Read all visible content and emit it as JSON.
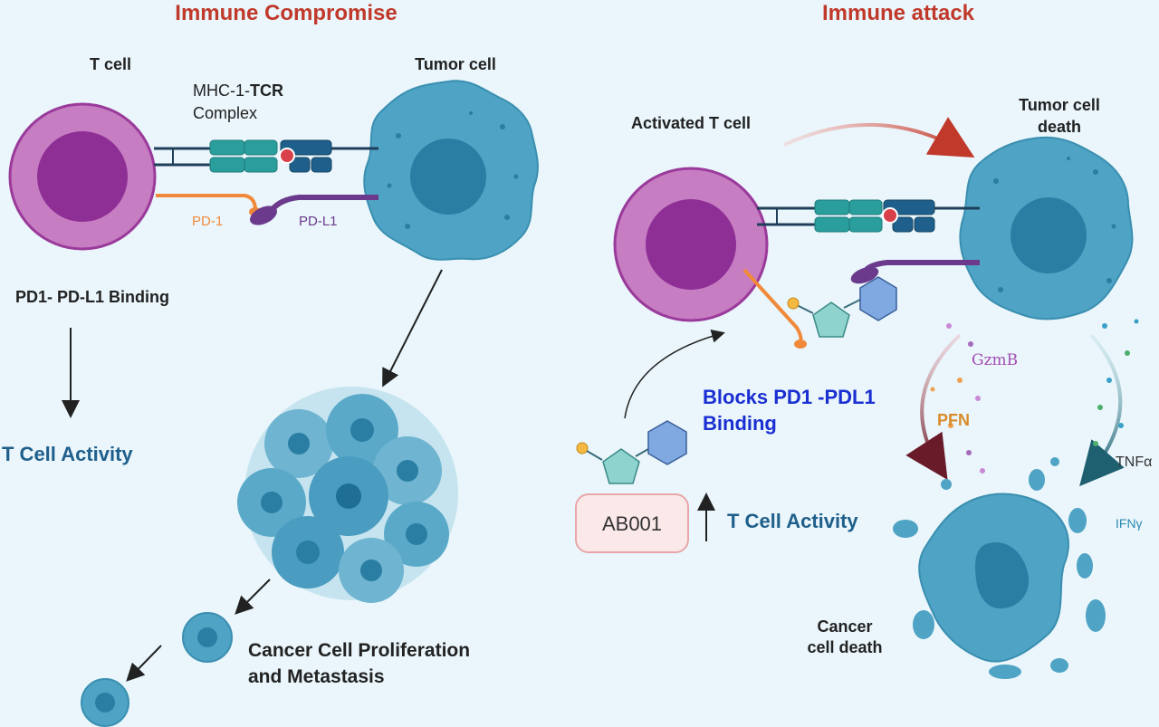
{
  "left_panel": {
    "title": "Immune Compromise",
    "t_cell_label": "T cell",
    "tumor_cell_label": "Tumor cell",
    "mhc_label_line1_prefix": "MHC-1-",
    "mhc_label_line1_bold": "TCR",
    "mhc_label_line2": "Complex",
    "pd1_label": "PD-1",
    "pdl1_label": "PD-L1",
    "binding_label": "PD1- PD-L1 Binding",
    "activity_label": "T Cell Activity",
    "outcome_line1": "Cancer Cell Proliferation",
    "outcome_line2": "and Metastasis"
  },
  "right_panel": {
    "title": "Immune attack",
    "activated_label": "Activated T cell",
    "tumor_death_line1": "Tumor cell",
    "tumor_death_line2": "death",
    "blocks_line1": "Blocks PD1 -PDL1",
    "blocks_line2": "Binding",
    "drug_label": "AB001",
    "activity_label": "T Cell Activity",
    "gzmb_label": "GzmB",
    "pfn_label": "PFN",
    "tnfa_label": "TNFα",
    "ifng_label": "IFNγ",
    "cancer_death_line1": "Cancer",
    "cancer_death_line2": "cell death"
  },
  "colors": {
    "background": "#eaf6fb",
    "title_red": "#c0392b",
    "t_cell_outer": "#c77dc2",
    "t_cell_nucleus": "#8e2f96",
    "tumor_cell": "#4fa3c4",
    "tumor_nucleus": "#2a7ea3",
    "pd1_orange": "#f08a3a",
    "pdl1_purple": "#6b3a8c",
    "receptor_teal": "#2a9d9d",
    "receptor_navy": "#1f5f8b",
    "activity_blue": "#1f5f8b",
    "blocks_blue": "#1a2fd1",
    "drug_box_fill": "#fbe9ea",
    "drug_box_stroke": "#e8a6aa",
    "pentagon_fill": "#8fd3cf",
    "hexagon_fill": "#7fa9e0",
    "phosphate_fill": "#f5b942"
  }
}
